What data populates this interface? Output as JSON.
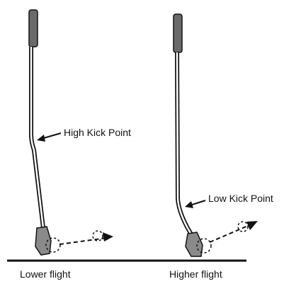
{
  "labels": {
    "high_kick": "High Kick Point",
    "low_kick": "Low Kick Point",
    "lower_flight": "Lower flight",
    "higher_flight": "Higher flight"
  },
  "colors": {
    "ink": "#111111",
    "grip": "#6a6a6a",
    "head": "#8a8a8a",
    "background": "#ffffff"
  }
}
